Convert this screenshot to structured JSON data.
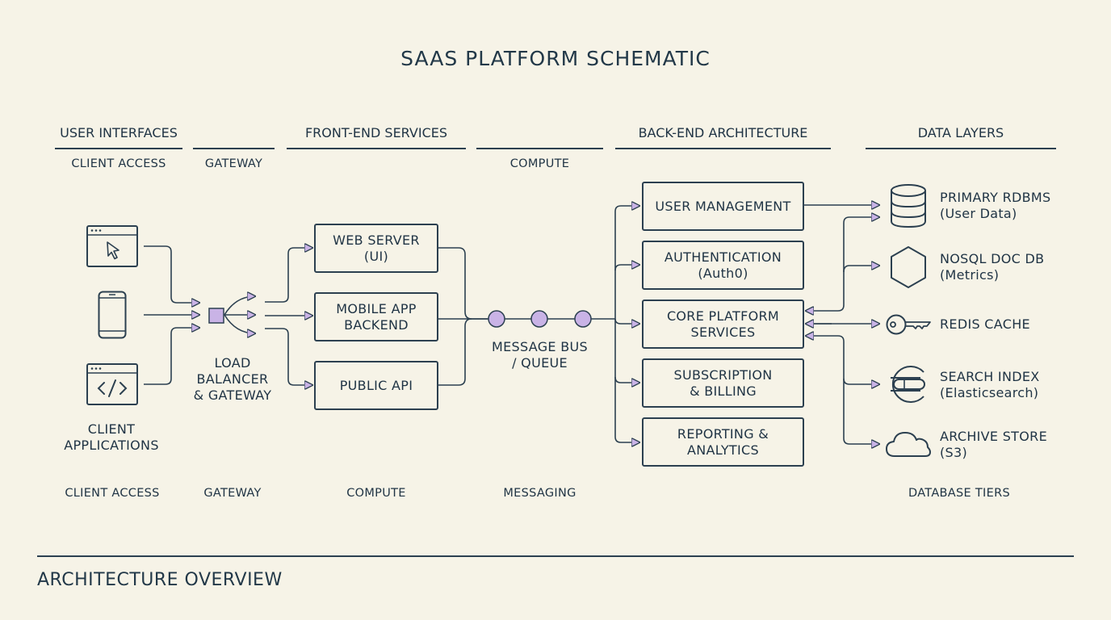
{
  "title": "SAAS PLATFORM SCHEMATIC",
  "headers": {
    "user_interfaces": "USER INTERFACES",
    "front_end": "FRONT-END SERVICES",
    "back_end": "BACK-END ARCHITECTURE",
    "data_layers": "DATA LAYERS"
  },
  "subheaders": {
    "client_access": "CLIENT ACCESS",
    "gateway": "GATEWAY",
    "compute": "COMPUTE"
  },
  "client": {
    "label_line1": "CLIENT",
    "label_line2": "APPLICATIONS"
  },
  "load_balancer": {
    "line1": "LOAD",
    "line2": "BALANCER",
    "line3": "& GATEWAY"
  },
  "frontend_boxes": {
    "web_server_1": "WEB SERVER",
    "web_server_2": "(UI)",
    "mobile_1": "MOBILE APP",
    "mobile_2": "BACKEND",
    "public_api": "PUBLIC API"
  },
  "message_bus": {
    "line1": "MESSAGE BUS",
    "line2": "/ QUEUE"
  },
  "backend_boxes": {
    "user_management": "USER MANAGEMENT",
    "auth_1": "AUTHENTICATION",
    "auth_2": "(Auth0)",
    "core_1": "CORE PLATFORM",
    "core_2": "SERVICES",
    "sub_1": "SUBSCRIPTION",
    "sub_2": "& BILLING",
    "rep_1": "REPORTING &",
    "rep_2": "ANALYTICS"
  },
  "data_stores": {
    "rdbms_1": "PRIMARY RDBMS",
    "rdbms_2": "(User Data)",
    "nosql_1": "NOSQL DOC DB",
    "nosql_2": "(Metrics)",
    "redis": "REDIS CACHE",
    "search_1": "SEARCH INDEX",
    "search_2": "(Elasticsearch)",
    "archive_1": "ARCHIVE STORE",
    "archive_2": "(S3)"
  },
  "bottom_labels": {
    "client_access": "CLIENT ACCESS",
    "gateway": "GATEWAY",
    "compute": "COMPUTE",
    "messaging": "MESSAGING",
    "database_tiers": "DATABASE TIERS"
  },
  "footer": "ARCHITECTURE OVERVIEW",
  "icons": {
    "browser": "browser-window-icon",
    "mobile": "mobile-phone-icon",
    "code": "code-window-icon",
    "database": "database-cylinder-icon",
    "hexagon": "hexagon-icon",
    "key": "key-icon",
    "search": "search-index-icon",
    "cloud": "cloud-icon"
  },
  "colors": {
    "background": "#f6f3e7",
    "ink": "#2c4050",
    "accent": "#c9b3e6"
  }
}
